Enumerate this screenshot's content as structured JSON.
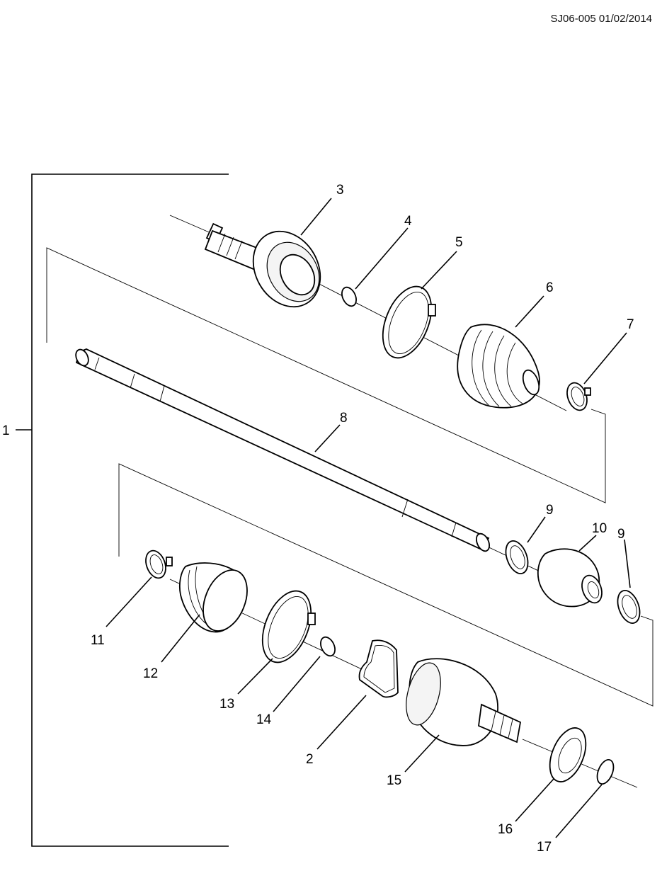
{
  "header": {
    "code": "SJ06-005 01/02/2014"
  },
  "callouts": {
    "c1": "1",
    "c2": "2",
    "c3": "3",
    "c4": "4",
    "c5": "5",
    "c6": "6",
    "c7": "7",
    "c8": "8",
    "c9a": "9",
    "c9b": "9",
    "c10": "10",
    "c11": "11",
    "c12": "12",
    "c13": "13",
    "c14": "14",
    "c15": "15",
    "c16": "16",
    "c17": "17"
  }
}
